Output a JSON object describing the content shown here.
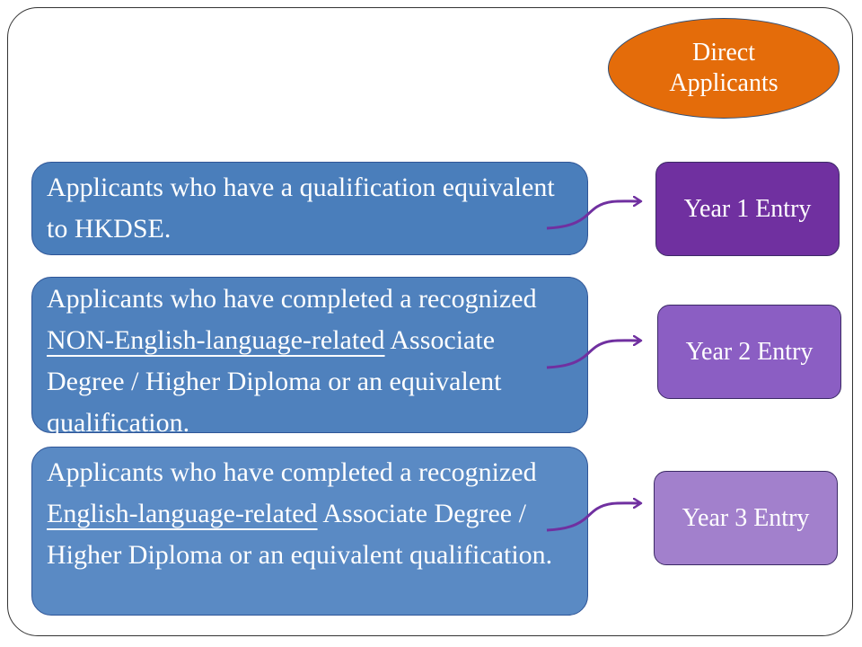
{
  "header": {
    "label_line1": "Direct",
    "label_line2": "Applicants"
  },
  "rows": [
    {
      "criteria": {
        "before": "Applicants who have a qualification equivalent to HKDSE.",
        "underlined": "",
        "after": ""
      },
      "entry": "Year 1 Entry"
    },
    {
      "criteria": {
        "before": "Applicants who have completed a recognized ",
        "underlined": "NON-English-language-related",
        "after": " Associate Degree / Higher Diploma or an equivalent qualification."
      },
      "entry": "Year 2 Entry"
    },
    {
      "criteria": {
        "before": "Applicants who have completed a recognized ",
        "underlined": "English-language-related",
        "after": " Associate Degree / Higher Diploma or an equivalent qualification."
      },
      "entry": "Year 3 Entry"
    }
  ],
  "colors": {
    "header_fill": "#e46c0a",
    "criteria_fill": "#4f81bd",
    "year1_fill": "#7030a0",
    "year2_fill": "#8b5ec3",
    "year3_fill": "#a280cc",
    "arrow": "#7030a0"
  }
}
